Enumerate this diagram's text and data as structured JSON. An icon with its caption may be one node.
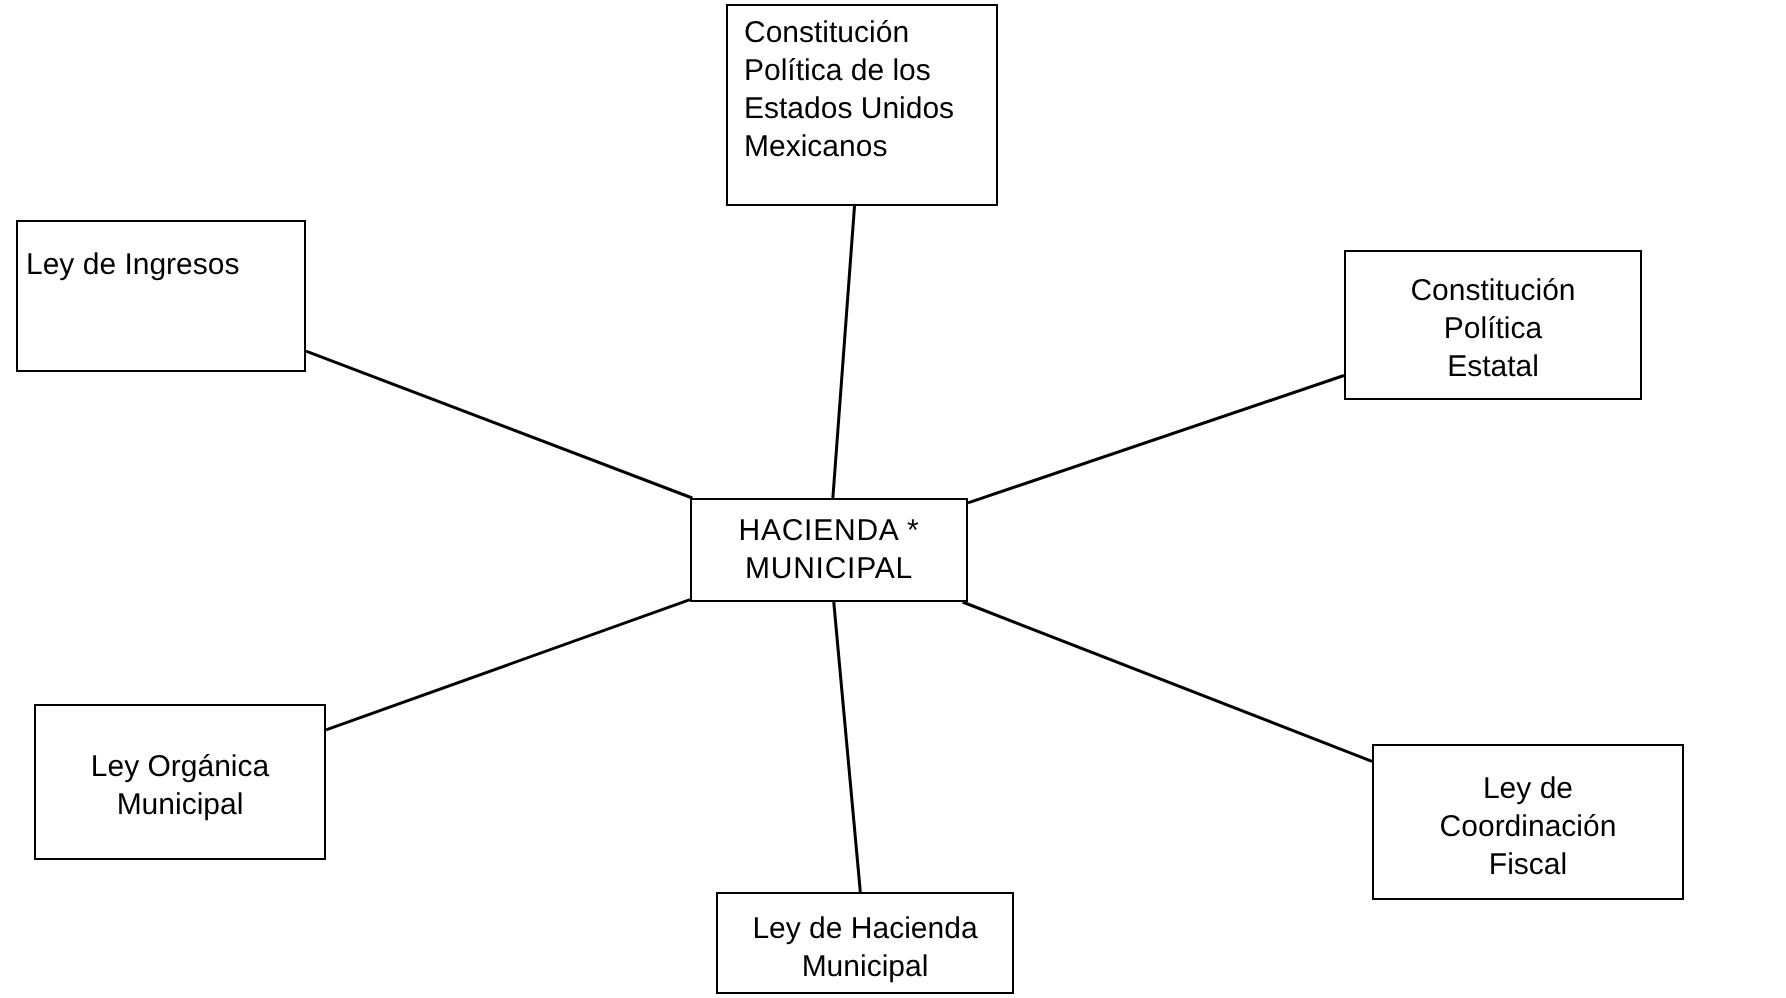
{
  "diagram": {
    "nodes": [
      {
        "text": [
          "Constitución Política de los Estados Unidos Mexicanos"
        ]
      },
      {
        "text": [
          "Ley de Ingresos"
        ]
      },
      {
        "text": [
          "Constitución Política Estatal"
        ]
      },
      {
        "text": [
          "HACIENDA * MUNICIPAL"
        ]
      },
      {
        "text": [
          "Ley Orgánica Municipal"
        ]
      },
      {
        "text": [
          "Ley de Coordinación Fiscal"
        ]
      },
      {
        "text": [
          "Ley de Hacienda Municipal"
        ]
      }
    ],
    "edges": [
      {
        "from": 3,
        "to": 0,
        "arrow": "none"
      },
      {
        "from": 3,
        "to": 1,
        "arrow": "none"
      },
      {
        "from": 3,
        "to": 2,
        "arrow": "none"
      },
      {
        "from": 3,
        "to": 4,
        "arrow": "none"
      },
      {
        "from": 3,
        "to": 5,
        "arrow": "none"
      },
      {
        "from": 3,
        "to": 6,
        "arrow": "none"
      }
    ]
  }
}
